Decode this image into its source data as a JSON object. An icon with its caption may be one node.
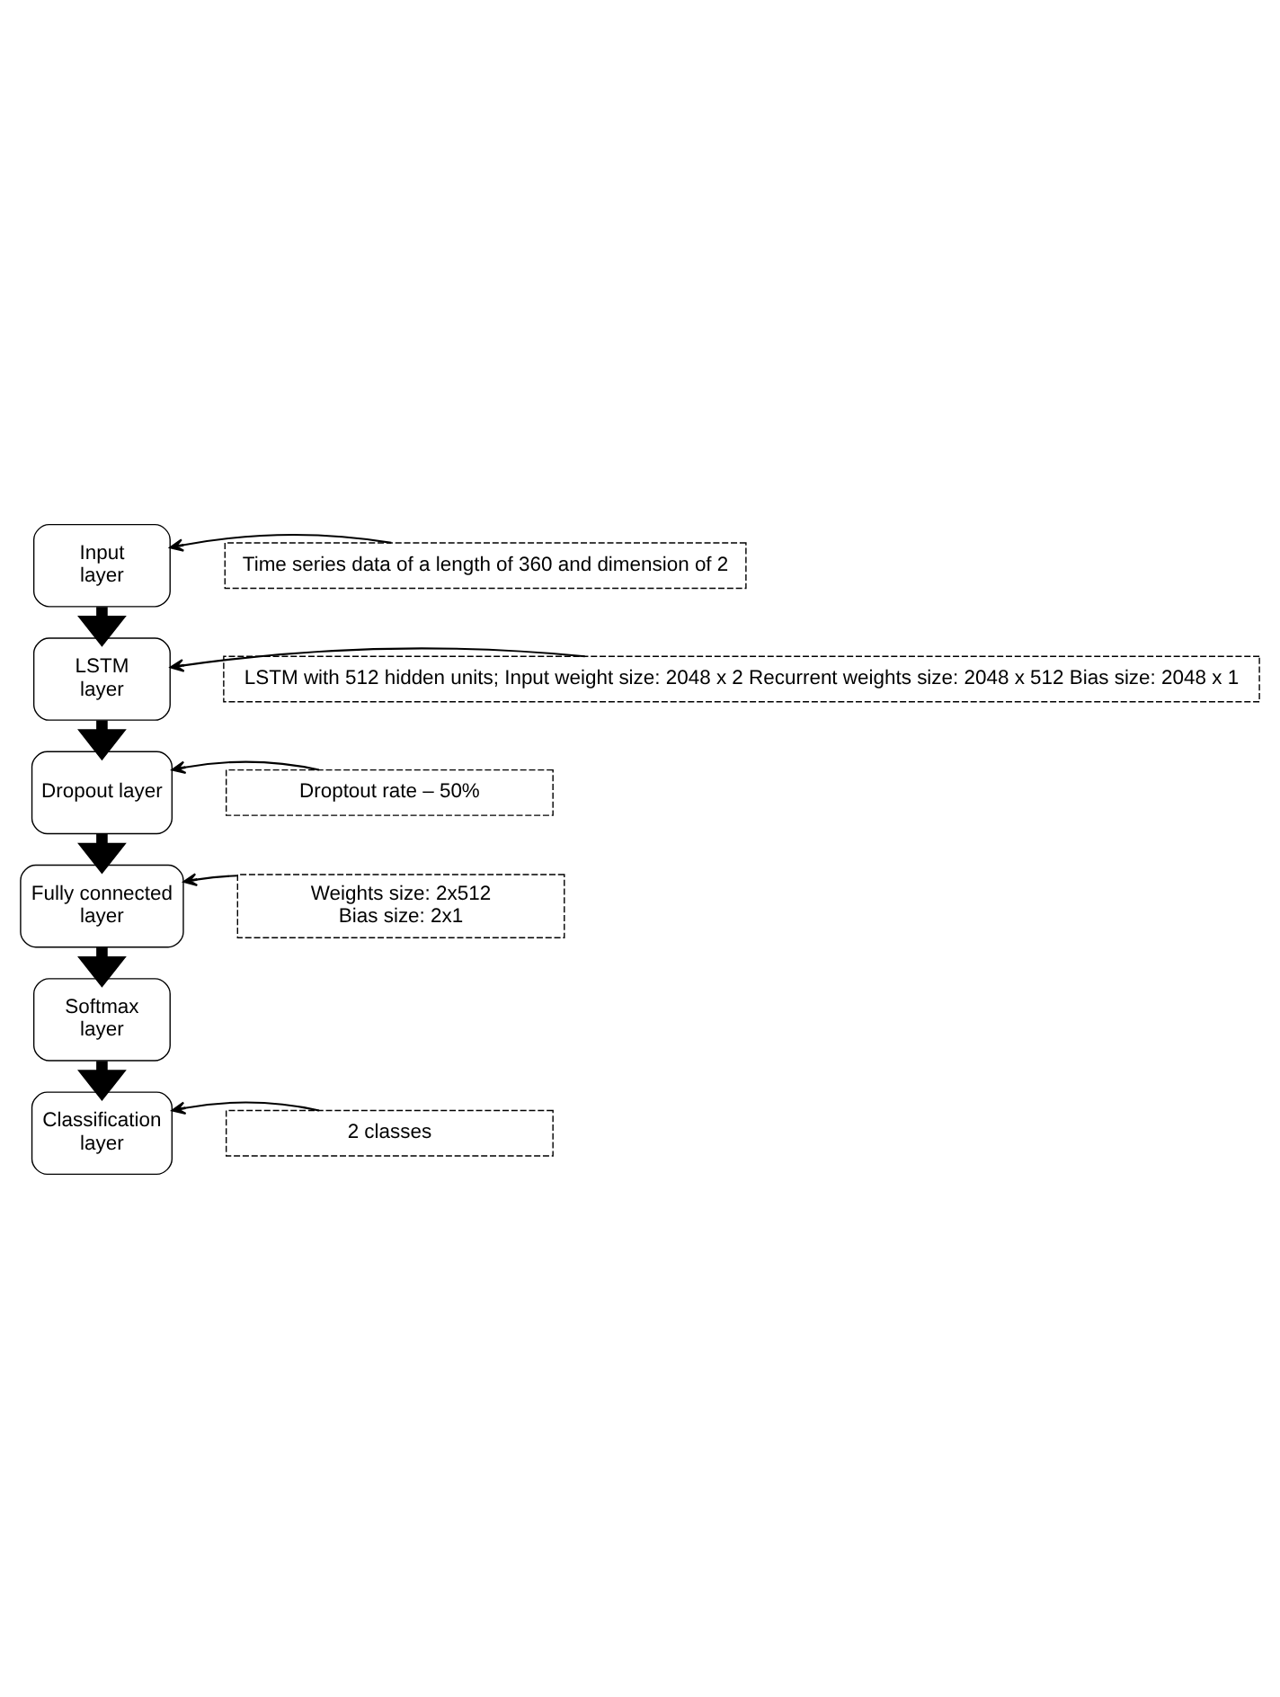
{
  "diagram": {
    "nodes": [
      {
        "text": [
          "Input layer"
        ]
      },
      {
        "text": [
          "LSTM layer"
        ]
      },
      {
        "text": [
          "Dropout layer"
        ]
      },
      {
        "text": [
          "Fully connected layer"
        ]
      },
      {
        "text": [
          "Softmax layer"
        ]
      },
      {
        "text": [
          "Classification layer"
        ]
      },
      {
        "text": [
          "Time series data of a length of 360 and dimension of 2"
        ]
      },
      {
        "text": [
          "LSTM with 512 hidden units; Input weight size: 2048 x 2 Recurrent weights size: 2048 x 512 Bias size: 2048 x 1"
        ]
      },
      {
        "text": [
          "Droptout rate – 50%"
        ]
      },
      {
        "text": [
          "Weights size: 2x512 Bias size: 2x1"
        ]
      },
      {
        "text": [
          "2 classes"
        ]
      }
    ],
    "edges": [
      {
        "from": 0,
        "to": 1,
        "arrow": "to",
        "style": "thick"
      },
      {
        "from": 1,
        "to": 2,
        "arrow": "to",
        "style": "thick"
      },
      {
        "from": 2,
        "to": 3,
        "arrow": "to",
        "style": "thick"
      },
      {
        "from": 3,
        "to": 4,
        "arrow": "to",
        "style": "thick"
      },
      {
        "from": 4,
        "to": 5,
        "arrow": "to",
        "style": "thick"
      },
      {
        "from": 6,
        "to": 0,
        "arrow": "to"
      },
      {
        "from": 7,
        "to": 1,
        "arrow": "to"
      },
      {
        "from": 8,
        "to": 2,
        "arrow": "to"
      },
      {
        "from": 9,
        "to": 3,
        "arrow": "to"
      },
      {
        "from": 10,
        "to": 5,
        "arrow": "to"
      }
    ]
  }
}
